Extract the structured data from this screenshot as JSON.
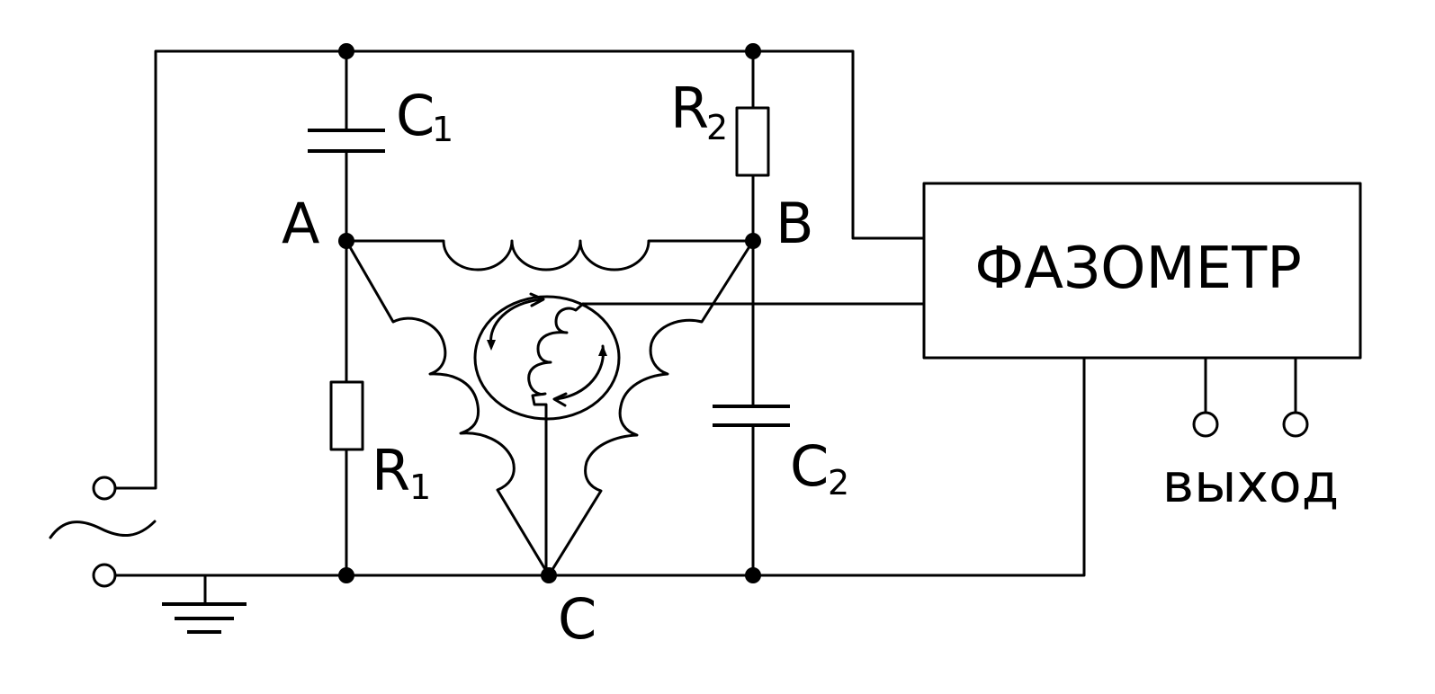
{
  "diagram": {
    "nodes": {
      "a": "A",
      "b": "B",
      "c": "C"
    },
    "components": {
      "c1": {
        "letter": "C",
        "index": "1"
      },
      "c2": {
        "letter": "C",
        "index": "2"
      },
      "r1": {
        "letter": "R",
        "index": "1"
      },
      "r2": {
        "letter": "R",
        "index": "2"
      }
    },
    "phasemeter": {
      "label": "ФАЗОМЕТР"
    },
    "output": {
      "label": "выход"
    }
  }
}
